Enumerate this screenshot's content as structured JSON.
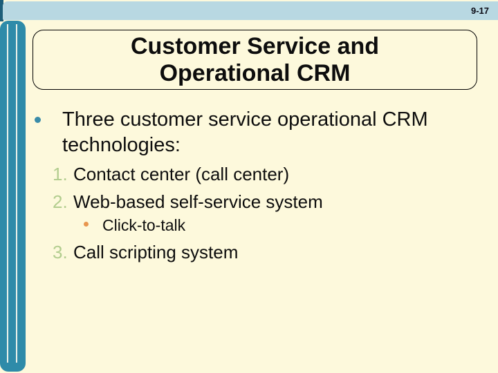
{
  "slide": {
    "page_number": "9-17",
    "title_lines": [
      "Customer Service and",
      "Operational CRM"
    ],
    "bullet": {
      "lines": [
        "Three customer service operational CRM",
        "technologies:"
      ]
    },
    "numbered_items": [
      {
        "number": "1.",
        "text": "Contact center (call center)"
      },
      {
        "number": "2.",
        "text": "Web-based self-service system"
      },
      {
        "number": "3.",
        "text": "Call scripting system"
      }
    ],
    "sub_bullet": {
      "text": "Click-to-talk"
    },
    "colors": {
      "background": "#FDF9DC",
      "top_bar": "#B8D8E2",
      "side_bar": "#2E8BA9",
      "side_bar_stripe": "#EDF3EA",
      "corner_accent": "#1D5E79",
      "number_green": "#B2CD8E",
      "sub_bullet_orange": "#E8964F",
      "bullet_teal": "#3A8CA9",
      "text": "#0D0D0D"
    }
  }
}
